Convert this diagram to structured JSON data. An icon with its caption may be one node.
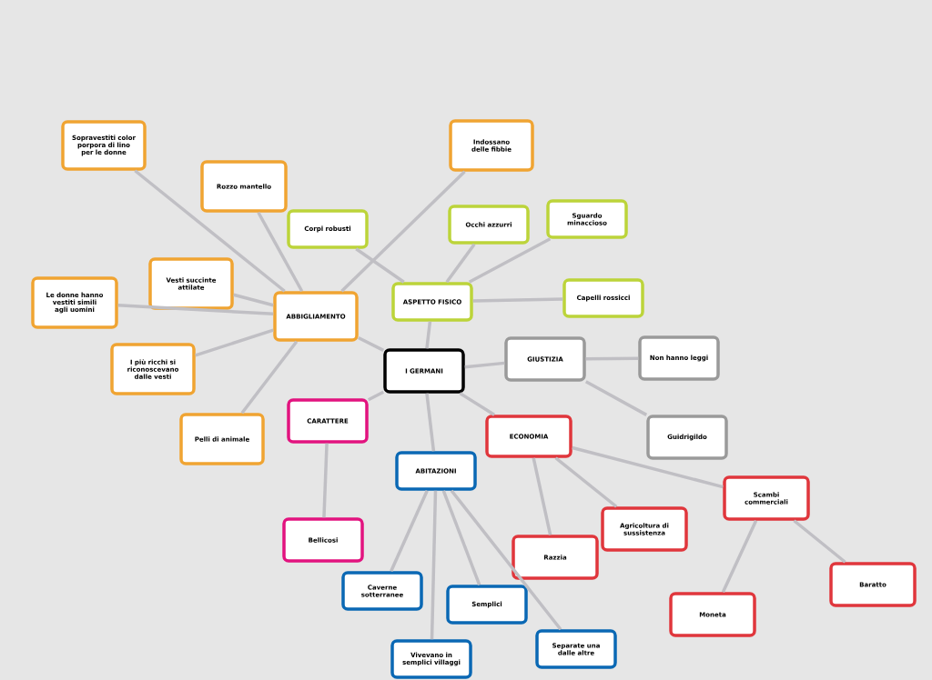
{
  "diagram": {
    "nodes": [
      {
        "text": [
          "I GERMANI"
        ]
      },
      {
        "text": [
          "ABBIGLIAMENTO"
        ]
      },
      {
        "text": [
          "Sopravestiti color porpora di lino per le donne"
        ]
      },
      {
        "text": [
          "Rozzo mantello"
        ]
      },
      {
        "text": [
          "Vesti succinte attilate"
        ]
      },
      {
        "text": [
          "Le donne hanno vestiti simili agli uomini"
        ]
      },
      {
        "text": [
          "I più ricchi si riconoscevano dalle vesti"
        ]
      },
      {
        "text": [
          "Pelli di animale"
        ]
      },
      {
        "text": [
          "Indossano delle fibbie"
        ]
      },
      {
        "text": [
          "ASPETTO FISICO"
        ]
      },
      {
        "text": [
          "Corpi robusti"
        ]
      },
      {
        "text": [
          "Occhi azzurri"
        ]
      },
      {
        "text": [
          "Sguardo minaccioso"
        ]
      },
      {
        "text": [
          "Capelli rossicci"
        ]
      },
      {
        "text": [
          "GIUSTIZIA"
        ]
      },
      {
        "text": [
          "Non hanno leggi"
        ]
      },
      {
        "text": [
          "Guidrigildo"
        ]
      },
      {
        "text": [
          "CARATTERE"
        ]
      },
      {
        "text": [
          "Bellicosi"
        ]
      },
      {
        "text": [
          "ECONOMIA"
        ]
      },
      {
        "text": [
          "Scambi commerciali"
        ]
      },
      {
        "text": [
          "Agricoltura di sussistenza"
        ]
      },
      {
        "text": [
          "Razzia"
        ]
      },
      {
        "text": [
          "Moneta"
        ]
      },
      {
        "text": [
          "Baratto"
        ]
      },
      {
        "text": [
          "ABITAZIONI"
        ]
      },
      {
        "text": [
          "Caverne sotterranee"
        ]
      },
      {
        "text": [
          "Semplici"
        ]
      },
      {
        "text": [
          "Vivevano in semplici villaggi"
        ]
      },
      {
        "text": [
          "Separate una dalle altre"
        ]
      }
    ],
    "edges": [
      {
        "from": 0,
        "to": 1,
        "arrow": "none"
      },
      {
        "from": 0,
        "to": 9,
        "arrow": "none"
      },
      {
        "from": 0,
        "to": 14,
        "arrow": "none"
      },
      {
        "from": 0,
        "to": 17,
        "arrow": "none"
      },
      {
        "from": 0,
        "to": 19,
        "arrow": "none"
      },
      {
        "from": 0,
        "to": 25,
        "arrow": "none"
      },
      {
        "from": 1,
        "to": 2,
        "arrow": "none"
      },
      {
        "from": 1,
        "to": 3,
        "arrow": "none"
      },
      {
        "from": 1,
        "to": 4,
        "arrow": "none"
      },
      {
        "from": 1,
        "to": 5,
        "arrow": "none"
      },
      {
        "from": 1,
        "to": 6,
        "arrow": "none"
      },
      {
        "from": 1,
        "to": 7,
        "arrow": "none"
      },
      {
        "from": 1,
        "to": 8,
        "arrow": "none"
      },
      {
        "from": 9,
        "to": 10,
        "arrow": "none"
      },
      {
        "from": 9,
        "to": 11,
        "arrow": "none"
      },
      {
        "from": 9,
        "to": 12,
        "arrow": "none"
      },
      {
        "from": 9,
        "to": 13,
        "arrow": "none"
      },
      {
        "from": 14,
        "to": 15,
        "arrow": "none"
      },
      {
        "from": 14,
        "to": 16,
        "arrow": "none"
      },
      {
        "from": 17,
        "to": 18,
        "arrow": "none"
      },
      {
        "from": 19,
        "to": 22,
        "arrow": "none"
      },
      {
        "from": 19,
        "to": 21,
        "arrow": "none"
      },
      {
        "from": 19,
        "to": 20,
        "arrow": "none"
      },
      {
        "from": 20,
        "to": 23,
        "arrow": "none"
      },
      {
        "from": 20,
        "to": 24,
        "arrow": "none"
      },
      {
        "from": 25,
        "to": 26,
        "arrow": "none"
      },
      {
        "from": 25,
        "to": 28,
        "arrow": "none"
      },
      {
        "from": 25,
        "to": 27,
        "arrow": "none"
      },
      {
        "from": 25,
        "to": 29,
        "arrow": "none"
      }
    ]
  }
}
